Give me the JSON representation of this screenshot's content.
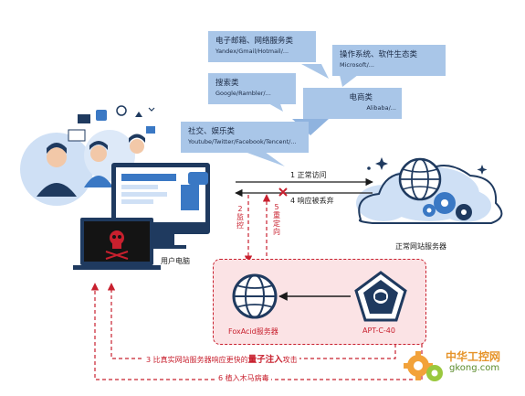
{
  "bubbles": {
    "email": {
      "title": "电子邮箱、网络服务类",
      "sub": "Yandex/Gmail/Hotmail/..."
    },
    "os": {
      "title": "操作系统、软件生态类",
      "sub": "Microsoft/..."
    },
    "search": {
      "title": "搜索类",
      "sub": "Google/Rambler/..."
    },
    "ecommerce": {
      "title": "电商类",
      "sub": "Alibaba/..."
    },
    "social": {
      "title": "社交、娱乐类",
      "sub": "Youtube/Twitter/Facebook/Tencent/..."
    }
  },
  "nodes": {
    "user_pc": "用户电脑",
    "server": "正常网站服务器",
    "foxacid": "FoxAcid服务器",
    "apt": "APT-C-40"
  },
  "flows": {
    "step1": "1 正常访问",
    "step4": "4 响应被丢弃",
    "step2": "2 监控",
    "step5": "5 重定向",
    "step3_pre": "3 比真实网站服务器响应更快的",
    "step3_em": "量子注入",
    "step3_post": "攻击",
    "step6": "6 植入木马病毒"
  },
  "watermark": {
    "cn": "中华工控网",
    "url": "gkong.com"
  },
  "colors": {
    "accent_red": "#c8202e",
    "bubble_blue": "#a9c6e8",
    "navy": "#1f3a5f",
    "zone_pink": "#fbe3e5"
  }
}
